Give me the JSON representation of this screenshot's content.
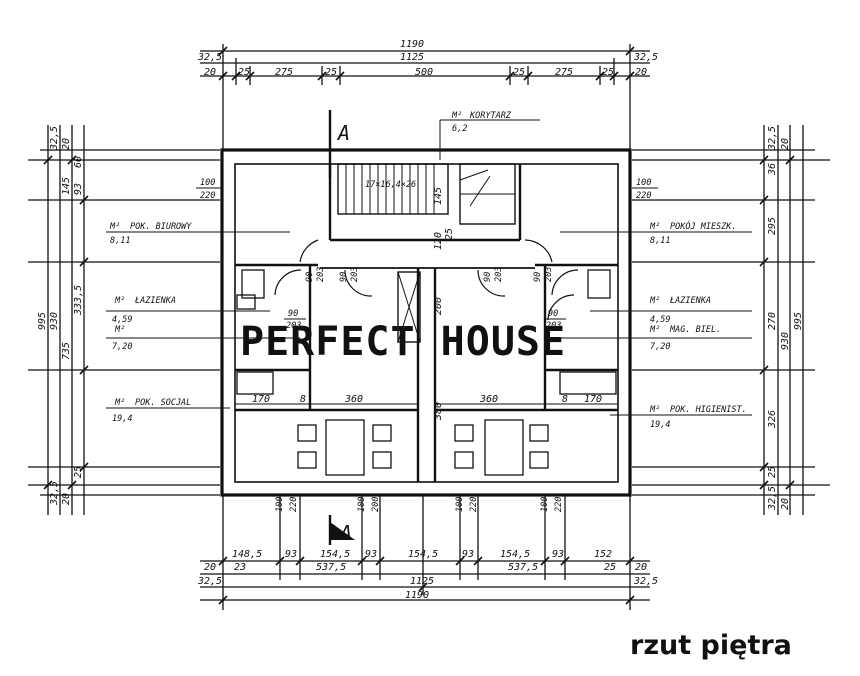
{
  "caption": "rzut piętra",
  "watermark": "PERFECT HOUSE",
  "section_marker": "A",
  "top_dims": {
    "total": "1190",
    "inner": "1125",
    "end": "32,5",
    "segments": [
      "20",
      "25",
      "275",
      "25",
      "500",
      "25",
      "275",
      "25",
      "20"
    ]
  },
  "bottom_dims": {
    "openings": [
      "148,5",
      "93",
      "154,5",
      "93",
      "154,5",
      "93",
      "152"
    ],
    "row2": [
      "20",
      "23",
      "537,5",
      "537,5",
      "25",
      "20"
    ],
    "inner": "1125",
    "total": "1190",
    "end": "32,5"
  },
  "left_dims": [
    "995",
    "930",
    "333,5",
    "735",
    "145",
    "93",
    "25",
    "32,5",
    "20",
    "20",
    "32,5",
    "60"
  ],
  "right_dims": [
    "995",
    "930",
    "295",
    "270",
    "326",
    "25",
    "32,5",
    "20",
    "20",
    "32,5",
    "36"
  ],
  "rooms_left": [
    {
      "unit": "M²",
      "name": "POK. BIUROWY",
      "area": "8,11"
    },
    {
      "unit": "M²",
      "name": "ŁAZIENKA",
      "area": "4,59"
    },
    {
      "unit": "M²",
      "name": "",
      "area": "7,20"
    },
    {
      "unit": "M²",
      "name": "POK. SOCJAL",
      "area": "19,4"
    }
  ],
  "rooms_right": [
    {
      "unit": "M²",
      "name": "POKÓJ MIESZK.",
      "area": "8,11"
    },
    {
      "unit": "M²",
      "name": "ŁAZIENKA",
      "area": "4,59"
    },
    {
      "unit": "M²",
      "name": "MAG. BIEL.",
      "area": "7,20"
    },
    {
      "unit": "M²",
      "name": "POK. HIGIENIST.",
      "area": "19,4"
    }
  ],
  "corridor": {
    "unit": "M²",
    "name": "KORYTARZ",
    "area": "6,2"
  },
  "stair_label": "17×16,4×26",
  "window_labels": [
    "100",
    "220"
  ],
  "door_labels": [
    "90",
    "203"
  ],
  "interior_dims": [
    "170",
    "8",
    "360",
    "360",
    "8",
    "170",
    "380",
    "200",
    "120",
    "25",
    "145"
  ],
  "bottom_window_labels": [
    "100",
    "220",
    "100",
    "200",
    "100",
    "220",
    "100",
    "220"
  ]
}
